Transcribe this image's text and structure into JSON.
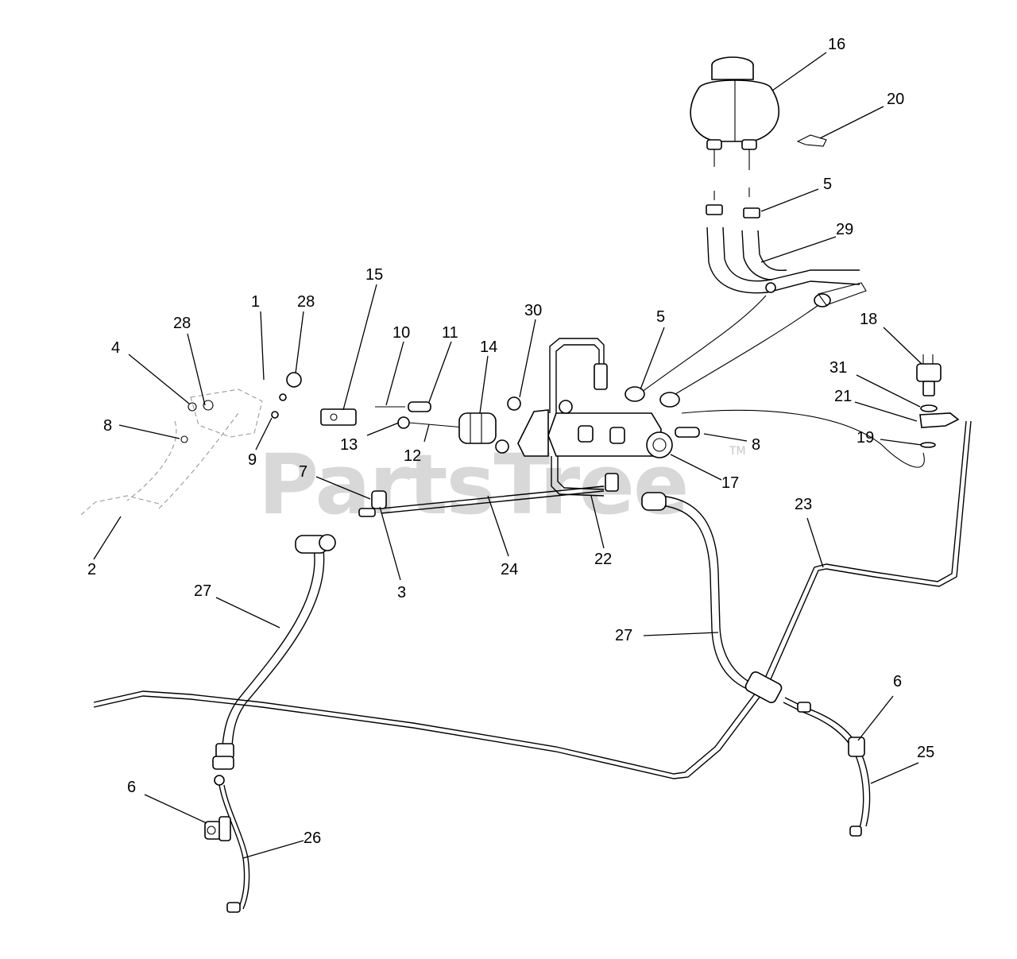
{
  "watermark": {
    "text": "PartsTree",
    "trademark": "TM"
  },
  "callouts": {
    "c1": "1",
    "c2": "2",
    "c3": "3",
    "c4": "4",
    "c5a": "5",
    "c5b": "5",
    "c6a": "6",
    "c6b": "6",
    "c7": "7",
    "c8a": "8",
    "c8b": "8",
    "c9": "9",
    "c10": "10",
    "c11": "11",
    "c12": "12",
    "c13": "13",
    "c14": "14",
    "c15": "15",
    "c16": "16",
    "c17": "17",
    "c18": "18",
    "c19": "19",
    "c20": "20",
    "c21": "21",
    "c22": "22",
    "c23": "23",
    "c24": "24",
    "c25": "25",
    "c26": "26",
    "c27a": "27",
    "c27b": "27",
    "c28a": "28",
    "c28b": "28",
    "c29": "29",
    "c30": "30",
    "c31": "31"
  }
}
